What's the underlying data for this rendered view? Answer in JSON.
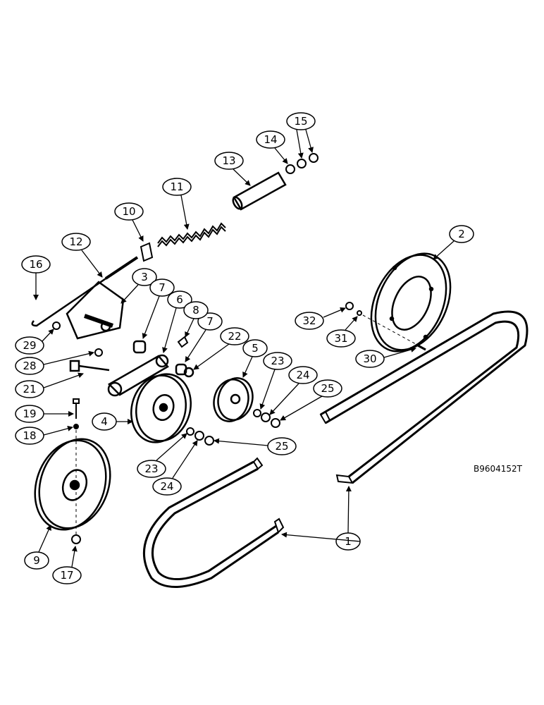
{
  "diagram": {
    "code": "B9604152T",
    "callouts": [
      "1",
      "2",
      "3",
      "4",
      "5",
      "6",
      "7",
      "7",
      "8",
      "9",
      "10",
      "11",
      "12",
      "13",
      "14",
      "15",
      "16",
      "17",
      "18",
      "19",
      "21",
      "22",
      "23",
      "23",
      "24",
      "24",
      "25",
      "25",
      "28",
      "29",
      "30",
      "31",
      "32"
    ]
  }
}
